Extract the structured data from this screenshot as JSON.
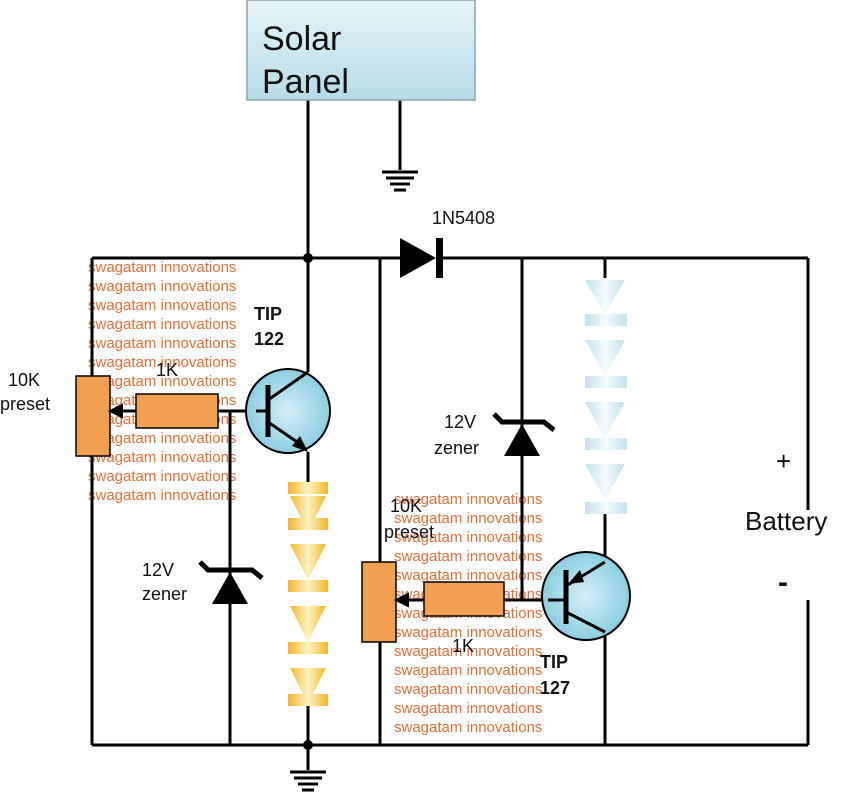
{
  "solar_panel": {
    "line1": "Solar",
    "line2": "Panel"
  },
  "diode": {
    "label": "1N5408"
  },
  "left_preset": {
    "line1": "10K",
    "line2": "preset"
  },
  "left_resistor": {
    "label": "1K"
  },
  "left_transistor": {
    "line1": "TIP",
    "line2": "122"
  },
  "left_zener": {
    "line1": "12V",
    "line2": "zener"
  },
  "right_zener": {
    "line1": "12V",
    "line2": "zener"
  },
  "right_preset": {
    "line1": "10K",
    "line2": "preset"
  },
  "right_resistor": {
    "label": "1K"
  },
  "right_transistor": {
    "line1": "TIP",
    "line2": "127"
  },
  "battery": {
    "label": "Battery",
    "plus": "+",
    "minus": "-"
  },
  "watermark": {
    "text": "swagatam innovations"
  },
  "colors": {
    "panel_fill": "#c8e6ee",
    "resistor_fill": "#f0a050",
    "transistor_fill": "#8ecfe0",
    "led_yellow": "#f7c93a",
    "led_blue": "#cfe8f2",
    "watermark": "#e0703a"
  }
}
